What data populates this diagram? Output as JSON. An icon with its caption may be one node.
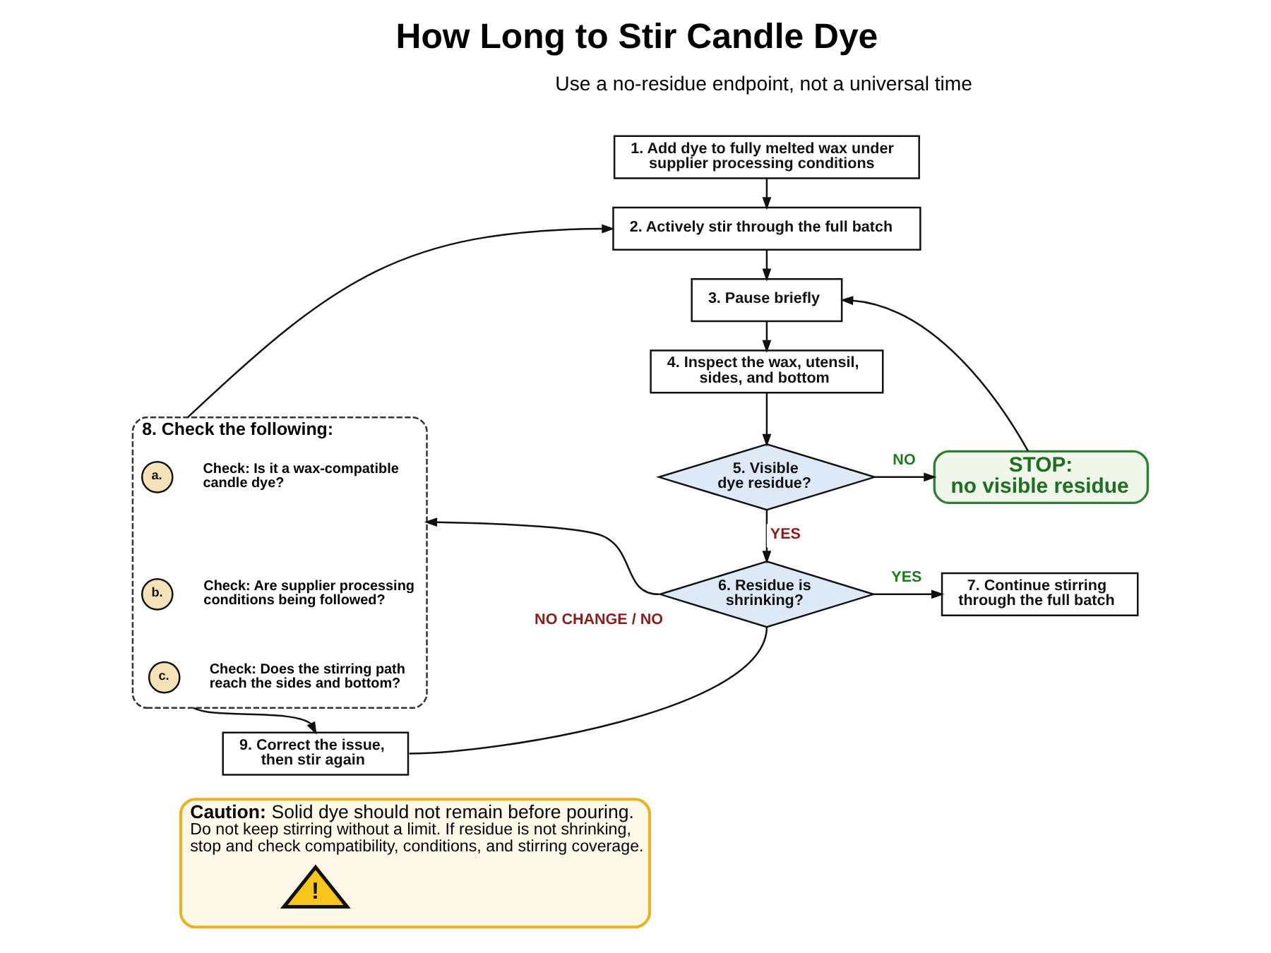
{
  "diagram": {
    "title": "How Long to Stir Candle Dye",
    "nodes": [
      {
        "text": [
          "1. Add dye to fully melted wax under supplier processing conditions"
        ]
      },
      {
        "text": [
          "2. Actively stir through the full batch"
        ]
      },
      {
        "text": [
          "3. Pause briefly"
        ]
      },
      {
        "text": [
          "4. Inspect the wax, utensil, sides, and bottom"
        ]
      },
      {
        "text": [
          "5. Visible dye residue?"
        ]
      },
      {
        "text": [
          "STOP: no visible residue"
        ]
      },
      {
        "text": [
          "6. Residue is shrinking?"
        ]
      },
      {
        "text": [
          "7. Continue stirring through the full batch"
        ]
      },
      {
        "text": [
          "8. Check the following:"
        ]
      },
      {
        "text": [
          "a."
        ],
        "in": 8,
        "beside": [
          "Check: Is it a wax-compatible candle dye?"
        ]
      },
      {
        "text": [
          "b."
        ],
        "in": 8,
        "beside": [
          "Check: Are supplier processing conditions being followed?"
        ]
      },
      {
        "text": [
          "c."
        ],
        "in": 8,
        "beside": [
          "Check: Does the stirring path reach the sides and bottom?"
        ]
      },
      {
        "text": [
          "9. Correct the issue, then stir again"
        ]
      },
      {
        "text": [
          "**Caution:** Solid dye should not remain before pouring.",
          "Do not keep stirring without a limit. If residue is not shrinking, stop and check compatibility, conditions, and stirring coverage."
        ]
      },
      {
        "text": [
          "!"
        ],
        "in": 13
      }
    ],
    "edges": [
      {
        "from": 0,
        "to": 1,
        "arrow": "to"
      },
      {
        "from": 1,
        "to": 2,
        "arrow": "to"
      },
      {
        "from": 2,
        "to": 3,
        "arrow": "to"
      },
      {
        "from": 3,
        "to": 4,
        "arrow": "to"
      },
      {
        "from": 4,
        "to": 5,
        "arrow": "to",
        "label": "NO"
      },
      {
        "from": 4,
        "to": 6,
        "arrow": "to",
        "label": "YES"
      },
      {
        "from": 5,
        "to": 2,
        "arrow": "to"
      },
      {
        "from": 6,
        "to": 7,
        "arrow": "to",
        "label": "YES"
      },
      {
        "from": 6,
        "to": 8,
        "arrow": "to",
        "label": "NO CHANGE / NO"
      },
      {
        "from": 6,
        "to": 12,
        "arrow": "none"
      },
      {
        "from": 8,
        "to": 12,
        "arrow": "to"
      },
      {
        "from": 8,
        "to": 1,
        "arrow": "to"
      }
    ],
    "labels": [
      "Use a no-residue endpoint, not a universal time"
    ]
  }
}
